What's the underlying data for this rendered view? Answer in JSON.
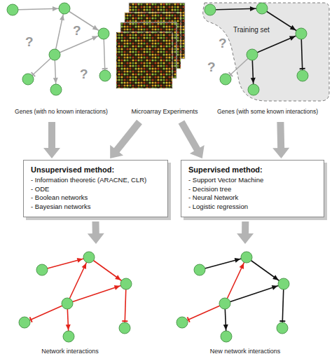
{
  "diagram": {
    "nodes": [
      {
        "text": [
          "Genes (with no known interactions)"
        ]
      },
      {
        "text": [
          "Microarray Experiments"
        ]
      },
      {
        "text": [
          "Genes (with some known interactions)"
        ]
      },
      {
        "text": [
          "Training set"
        ],
        "in": 2
      },
      {
        "text": [
          "Unsupervised method:",
          "- Information theoretic (ARACNE, CLR)",
          "- ODE",
          "- Boolean networks",
          "- Bayesian networks"
        ]
      },
      {
        "text": [
          "Supervised method:",
          "- Support Vector Machine",
          "- Decision tree",
          "- Neural Network",
          "- Logistic regression"
        ]
      },
      {
        "text": [
          "Network interactions"
        ]
      },
      {
        "text": [
          "New network interactions"
        ]
      }
    ],
    "edges": [
      {
        "from": 0,
        "to": 4,
        "arrow": "to"
      },
      {
        "from": 1,
        "to": 4,
        "arrow": "to"
      },
      {
        "from": 1,
        "to": 5,
        "arrow": "to"
      },
      {
        "from": 2,
        "to": 5,
        "arrow": "to"
      },
      {
        "from": 4,
        "to": 6,
        "arrow": "to"
      },
      {
        "from": 5,
        "to": 7,
        "arrow": "to"
      }
    ],
    "labels": [
      "?",
      "?",
      "?",
      "?",
      "?"
    ]
  }
}
